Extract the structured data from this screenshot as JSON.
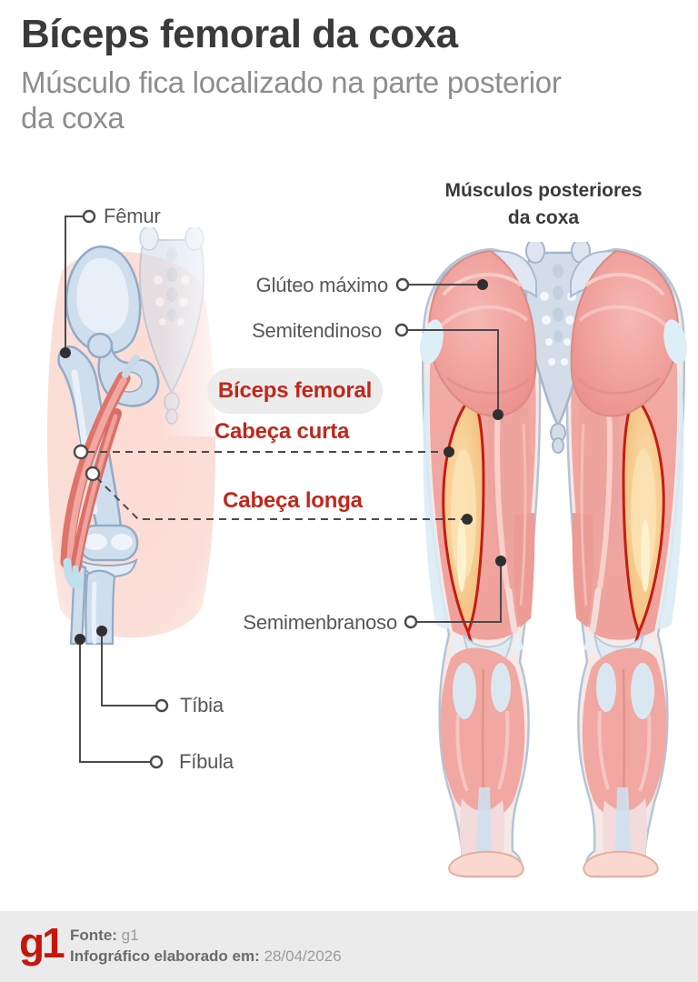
{
  "header": {
    "title": "Bíceps femoral da coxa",
    "subtitle": "Músculo fica localizado na parte posterior da coxa"
  },
  "right_panel": {
    "heading_line1": "Músculos posteriores",
    "heading_line2": "da coxa"
  },
  "labels": {
    "femur": "Fêmur",
    "gluteo_maximo": "Glúteo máximo",
    "semitendinoso": "Semitendinoso",
    "biceps_badge": "Bíceps femoral",
    "cabeca_curta": "Cabeça curta",
    "cabeca_longa": "Cabeça longa",
    "semimenbranoso": "Semimenbranoso",
    "tibia": "Tíbia",
    "fibula": "Fíbula"
  },
  "footer": {
    "logo": "g1",
    "fonte_label": "Fonte:",
    "fonte_value": "g1",
    "info_label": "Infográfico elaborado em:",
    "info_value": "28/04/2026"
  },
  "colors": {
    "title_dark": "#3a3a3a",
    "subtitle_gray": "#8d8d8d",
    "label_gray": "#575757",
    "accent_red": "#c0271a",
    "muscle_outline_red": "#c41d12",
    "badge_bg": "#ececec",
    "footer_bg": "#ebebeb",
    "logo_red": "#c4170c",
    "bone_blue": "#cfdeed",
    "muscle_pink": "#f0a59f",
    "highlight_orange": "#f5c488",
    "connector_gray": "#4a4a4a"
  }
}
